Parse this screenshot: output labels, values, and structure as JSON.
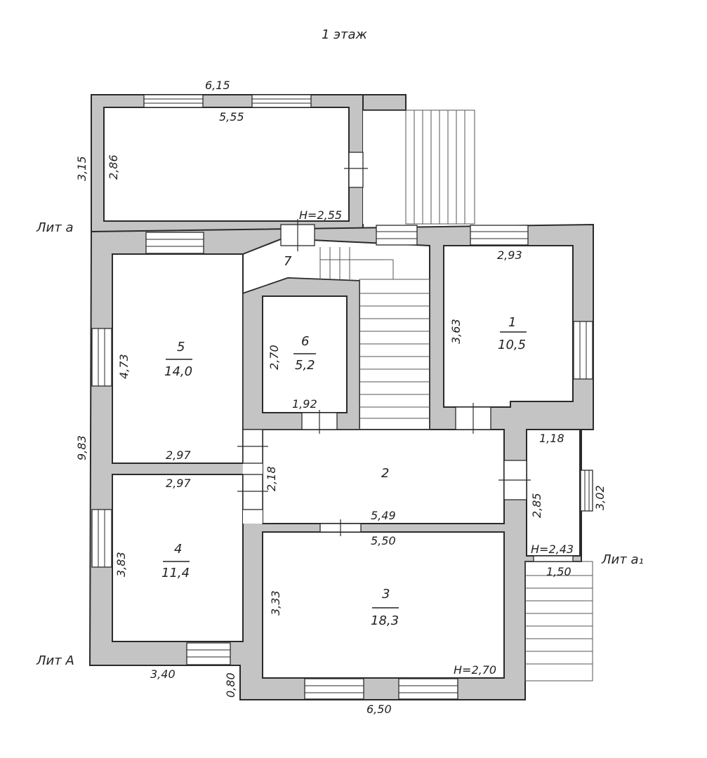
{
  "title": "1 этаж",
  "lit_labels": {
    "a": "Лит а",
    "A": "Лит А",
    "a1": "Лит а₁"
  },
  "rooms": [
    {
      "id": "1",
      "area": "10,5"
    },
    {
      "id": "2",
      "area": ""
    },
    {
      "id": "3",
      "area": "18,3"
    },
    {
      "id": "4",
      "area": "11,4"
    },
    {
      "id": "5",
      "area": "14,0"
    },
    {
      "id": "6",
      "area": "5,2"
    },
    {
      "id": "7",
      "area": ""
    }
  ],
  "heights": {
    "lit_a": "Н=2,55",
    "lit_a1": "Н=2,43",
    "lit_A": "Н=2,70"
  },
  "dimensions": {
    "top_outer": "6,15",
    "top_inner": "5,55",
    "lita_side_outer": "3,15",
    "lita_side_inner": "2,86",
    "room1_width": "2,93",
    "room1_height": "3,63",
    "room5_height": "4,73",
    "room6_height": "2,70",
    "room6_width": "1,92",
    "left_total": "9,83",
    "room5_bottom": "2,97",
    "room4_top": "2,97",
    "corridor_height": "2,18",
    "room_a1_width": "1,18",
    "room_a1_height": "2,85",
    "right_a1": "3,02",
    "corridor_bottom": "5,49",
    "room3_top": "5,50",
    "lit_a1_bottom": "1,50",
    "room4_height": "3,83",
    "room3_height": "3,33",
    "bottom_left": "3,40",
    "step": "0,80",
    "bottom_right": "6,50"
  }
}
